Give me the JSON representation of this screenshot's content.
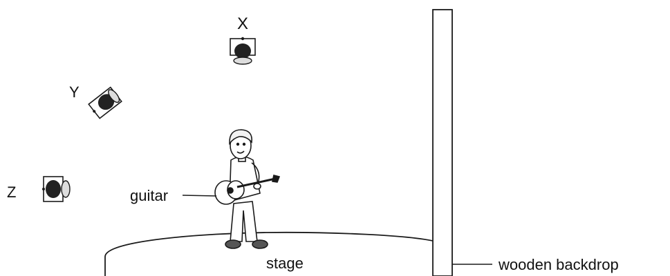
{
  "diagram": {
    "lights": [
      {
        "id": "light-x",
        "label": "X"
      },
      {
        "id": "light-y",
        "label": "Y"
      },
      {
        "id": "light-z",
        "label": "Z"
      }
    ],
    "labels": {
      "guitar": "guitar",
      "stage": "stage",
      "backdrop": "wooden backdrop"
    }
  }
}
